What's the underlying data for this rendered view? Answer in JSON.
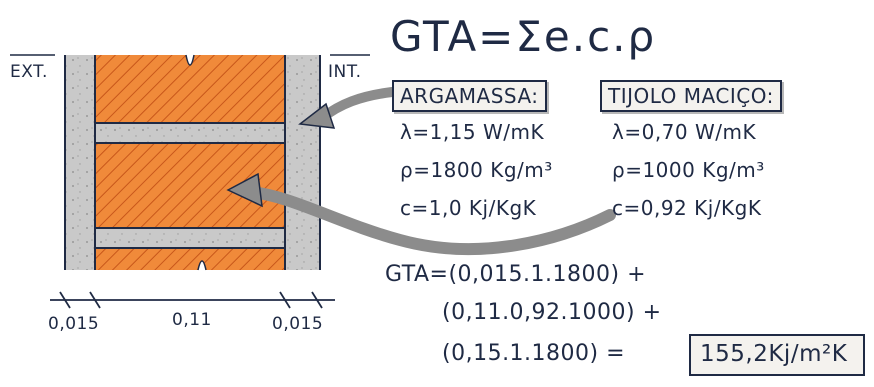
{
  "diagram": {
    "title_formula": "GTA=Σe.c.ρ",
    "labels": {
      "exterior": "EXT.",
      "interior": "INT."
    },
    "materials": [
      {
        "name": "ARGAMASSA:",
        "lambda": "λ=1,15 W/mK",
        "density": "ρ=1800 Kg/m³",
        "heat": "c=1,0 Kj/KgK"
      },
      {
        "name": "TIJOLO MACIÇO:",
        "lambda": "λ=0,70 W/mK",
        "density": "ρ=1000 Kg/m³",
        "heat": "c=0,92 Kj/KgK"
      }
    ],
    "dimensions": [
      "0,015",
      "0,11",
      "0,015"
    ],
    "calculation": {
      "line1": "GTA=(0,015.1.1800) +",
      "line2": "(0,11.0,92.1000) +",
      "line3": "(0,15.1.1800) =",
      "result": "155,2Kj/m²K"
    },
    "colors": {
      "brick": "#f08a3a",
      "mortar": "#c8c8c8",
      "ink": "#1f2a44",
      "arrow": "#8c8c8c"
    }
  }
}
